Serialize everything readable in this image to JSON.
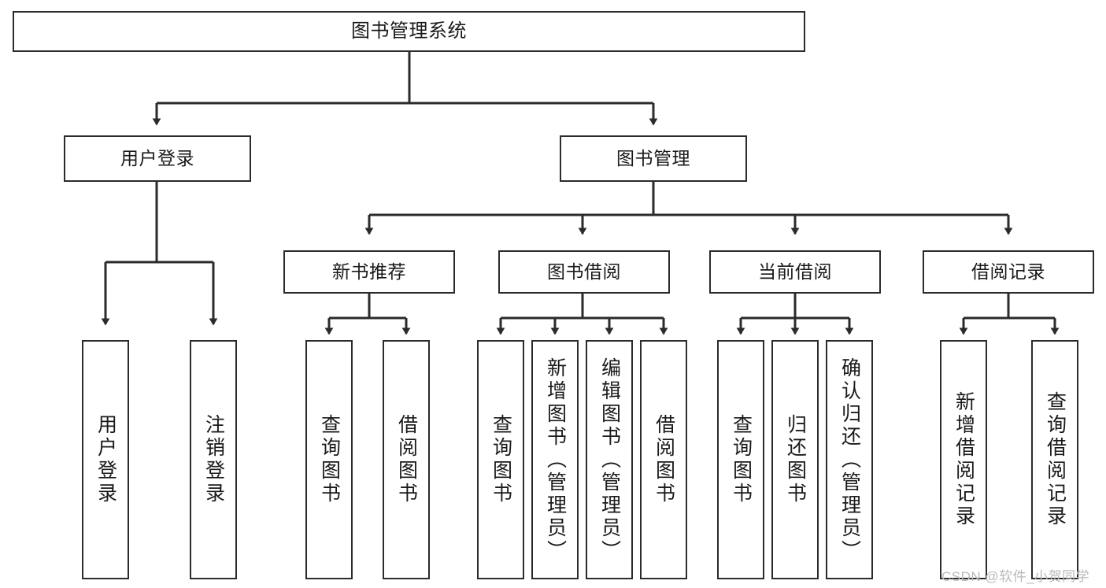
{
  "diagram": {
    "title": "图书管理系统",
    "type": "tree-structure-chart",
    "stroke_color": "#2b2b2b",
    "background_color": "#ffffff",
    "text_color": "#1a1a1a"
  },
  "nodes": {
    "root": {
      "label": "图书管理系统"
    },
    "level2": [
      {
        "id": "user-login",
        "label": "用户登录"
      },
      {
        "id": "book-manage",
        "label": "图书管理"
      }
    ],
    "level3": [
      {
        "id": "new-book-recommend",
        "label": "新书推荐"
      },
      {
        "id": "book-borrow",
        "label": "图书借阅"
      },
      {
        "id": "current-borrow",
        "label": "当前借阅"
      },
      {
        "id": "borrow-record",
        "label": "借阅记录"
      }
    ],
    "leaves": [
      {
        "id": "leaf-user-login",
        "label": "用户登录",
        "parent": "user-login"
      },
      {
        "id": "leaf-user-logout",
        "label": "注销登录",
        "parent": "user-login"
      },
      {
        "id": "leaf-query-book-1",
        "label": "查询图书",
        "parent": "new-book-recommend"
      },
      {
        "id": "leaf-borrow-book-1",
        "label": "借阅图书",
        "parent": "new-book-recommend"
      },
      {
        "id": "leaf-query-book-2",
        "label": "查询图书",
        "parent": "book-borrow"
      },
      {
        "id": "leaf-add-book",
        "label": "新增图书（管理员）",
        "parent": "book-borrow"
      },
      {
        "id": "leaf-edit-book",
        "label": "编辑图书（管理员）",
        "parent": "book-borrow"
      },
      {
        "id": "leaf-borrow-book-2",
        "label": "借阅图书",
        "parent": "book-borrow"
      },
      {
        "id": "leaf-query-book-3",
        "label": "查询图书",
        "parent": "current-borrow"
      },
      {
        "id": "leaf-return-book",
        "label": "归还图书",
        "parent": "current-borrow"
      },
      {
        "id": "leaf-confirm-return",
        "label": "确认归还（管理员）",
        "parent": "current-borrow"
      },
      {
        "id": "leaf-add-record",
        "label": "新增借阅记录",
        "parent": "borrow-record"
      },
      {
        "id": "leaf-query-record",
        "label": "查询借阅记录",
        "parent": "borrow-record"
      }
    ]
  },
  "watermark": {
    "text": "CSDN @软件_小贺同学"
  }
}
